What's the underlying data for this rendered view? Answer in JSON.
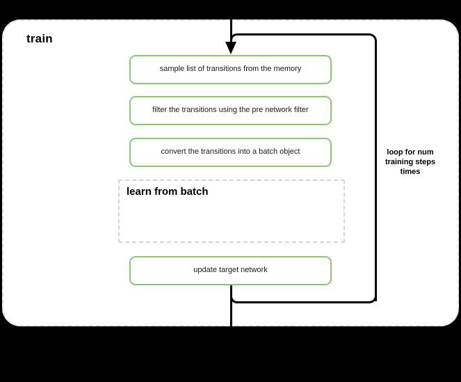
{
  "diagram": {
    "type": "flowchart",
    "scope": {
      "title": "train",
      "border_style": "dashed",
      "border_color": "#e2e2e2"
    },
    "accent_color": "#8bc96d",
    "line_color": "#000000",
    "steps": [
      {
        "id": "sample",
        "label": "sample list of transitions from the memory"
      },
      {
        "id": "filter",
        "label": "filter the transitions using the pre network filter"
      },
      {
        "id": "convert",
        "label": "convert the transitions into a batch object"
      },
      {
        "id": "update",
        "label": "update target network"
      }
    ],
    "subgroup": {
      "title": "learn from batch",
      "border_style": "dashed",
      "border_color": "#d4d4d4"
    },
    "loop": {
      "label_line1": "loop for num",
      "label_line2": "training steps",
      "label_line3": "times",
      "label_full": "loop for num training steps times"
    },
    "connectors": {
      "entry_arrow": "arrow-down-icon",
      "loop_back": "loop-back-path"
    }
  }
}
